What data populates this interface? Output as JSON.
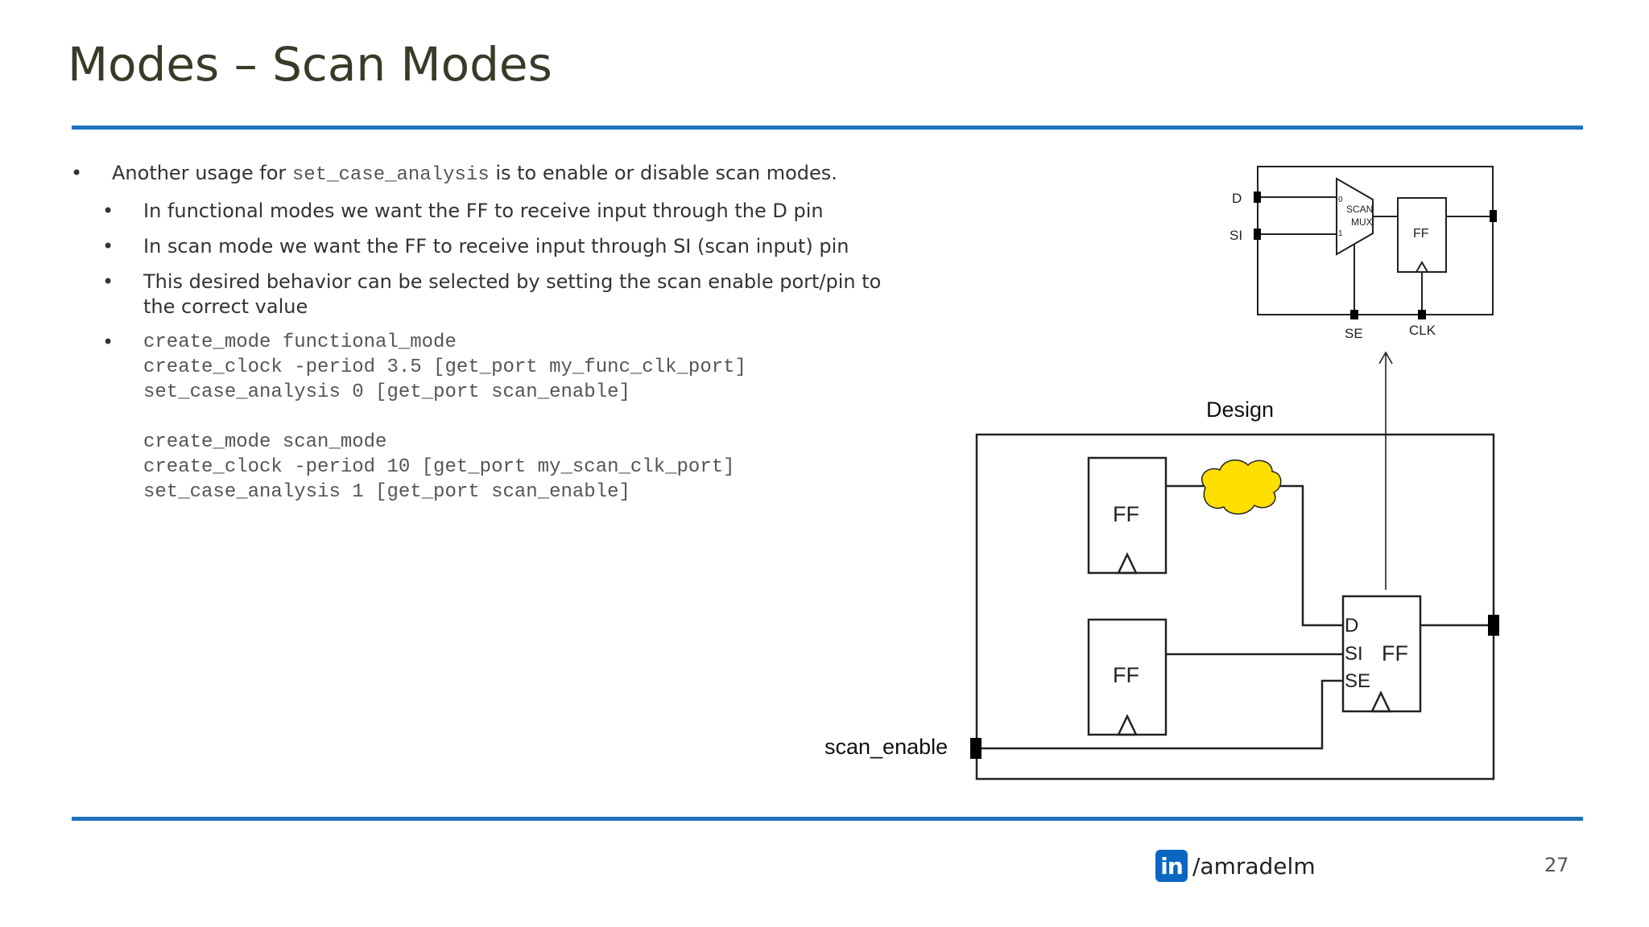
{
  "title": "Modes – Scan Modes",
  "bullets": {
    "main": {
      "prefix": "Another usage for ",
      "code": "set_case_analysis",
      "suffix": " is to enable or disable scan modes."
    },
    "sub": [
      "In functional modes we want the FF to receive input through the D pin",
      "In scan mode we want the FF to receive input through SI (scan input) pin",
      "This desired behavior can be selected by setting the scan enable port/pin to the correct value"
    ],
    "code_lines": [
      "create_mode functional_mode",
      "create_clock -period 3.5 [get_port my_func_clk_port]",
      "set_case_analysis 0 [get_port scan_enable]",
      "",
      "create_mode scan_mode",
      "create_clock -period 10 [get_port my_scan_clk_port]",
      "set_case_analysis 1 [get_port scan_enable]"
    ]
  },
  "diagram": {
    "top": {
      "pin_d": "D",
      "pin_si": "SI",
      "mux_in0": "0",
      "mux_in1": "1",
      "mux_label_1": "SCAN",
      "mux_label_2": "MUX",
      "ff": "FF",
      "se": "SE",
      "clk": "CLK"
    },
    "design": {
      "title": "Design",
      "ff1": "FF",
      "ff2": "FF",
      "scan_ff": "FF",
      "pin_d": "D",
      "pin_si": "SI",
      "pin_se": "SE",
      "port": "scan_enable",
      "cloud_color": "#ffdf00"
    }
  },
  "footer": {
    "logo_text": "in",
    "handle": "/amradelm",
    "page": "27"
  },
  "colors": {
    "accent": "#1f73bb",
    "title": "#3a3a28",
    "linkedin": "#0a66c2"
  }
}
